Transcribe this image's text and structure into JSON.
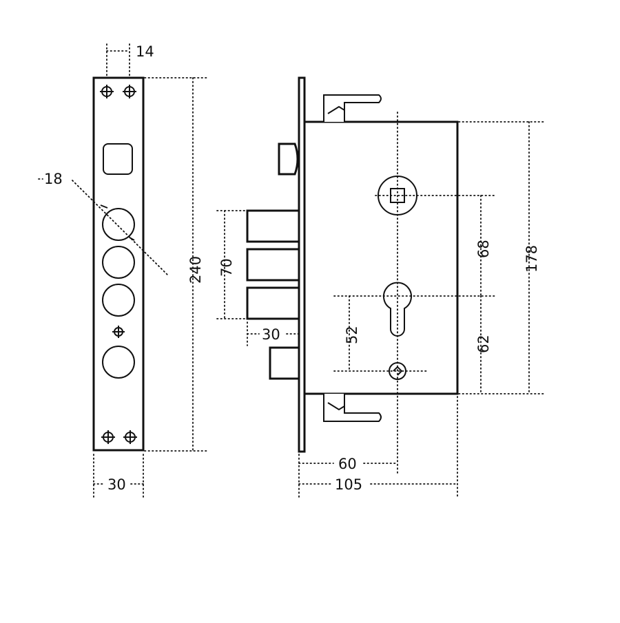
{
  "colors": {
    "line": "#111111",
    "background": "#ffffff"
  },
  "front_view": {
    "labels": {
      "screw_spacing": "14",
      "hole_diameter": "18",
      "faceplate_height": "240",
      "faceplate_width": "30"
    }
  },
  "side_view": {
    "labels": {
      "bolt_span": "70",
      "bolt_projection": "30",
      "key_to_cylinder": "52",
      "handle_to_cylinder": "68",
      "cylinder_to_bottom": "62",
      "case_height": "178",
      "backset": "60",
      "case_depth": "105"
    }
  }
}
